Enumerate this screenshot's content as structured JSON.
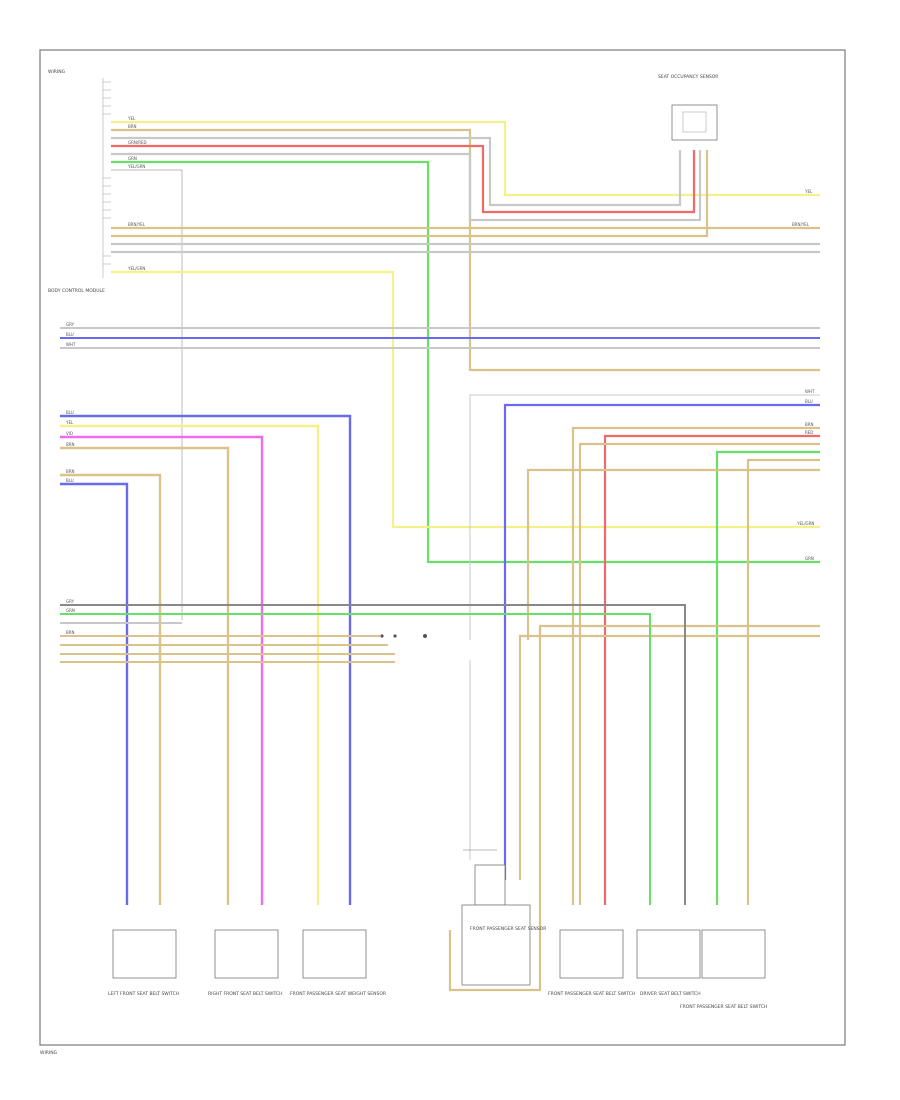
{
  "colors": {
    "yellow": "#f4f08a",
    "tan": "#d9c38a",
    "red": "#f06a6a",
    "green": "#66e066",
    "blue": "#6a6af0",
    "magenta": "#f06af0",
    "gray": "#c8c8c8",
    "dark": "#555555",
    "frame": "#7a7a7a"
  },
  "labels": {
    "left_module": "BODY CONTROL MODULE",
    "top_right_module": "SEAT OCCUPANCY SENSOR",
    "center_sensor": "FRONT PASSENGER SEAT SENSOR",
    "c1": "LEFT FRONT SEAT BELT SWITCH",
    "c2": "RIGHT FRONT SEAT BELT SWITCH",
    "c3": "FRONT PASSENGER SEAT WEIGHT SENSOR",
    "c4": "FRONT PASSENGER SEAT BELT SWITCH",
    "c5": "DRIVER SEAT BELT SWITCH",
    "c6": "FRONT PASSENGER SEAT BELT SWITCH",
    "footer": "WIRING"
  },
  "wires": {
    "yel": "YEL",
    "brn": "BRN",
    "grn": "GRN",
    "blu": "BLU",
    "red": "RED",
    "gry": "GRY",
    "wht": "WHT",
    "vio": "VIO",
    "yel_grn": "YEL/GRN",
    "brn_yel": "BRN/YEL",
    "grn_red": "GRN/RED"
  }
}
